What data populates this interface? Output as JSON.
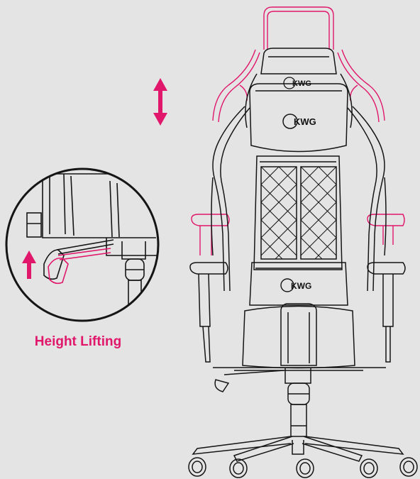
{
  "caption": "Height Lifting",
  "brand_logo": "KWG",
  "colors": {
    "background": "#e4e4e4",
    "accent": "#e0176b",
    "line": "#151515"
  },
  "icons": {
    "vertical_arrow": "double-headed-vertical-arrow",
    "lift_arrow": "up-arrow"
  }
}
